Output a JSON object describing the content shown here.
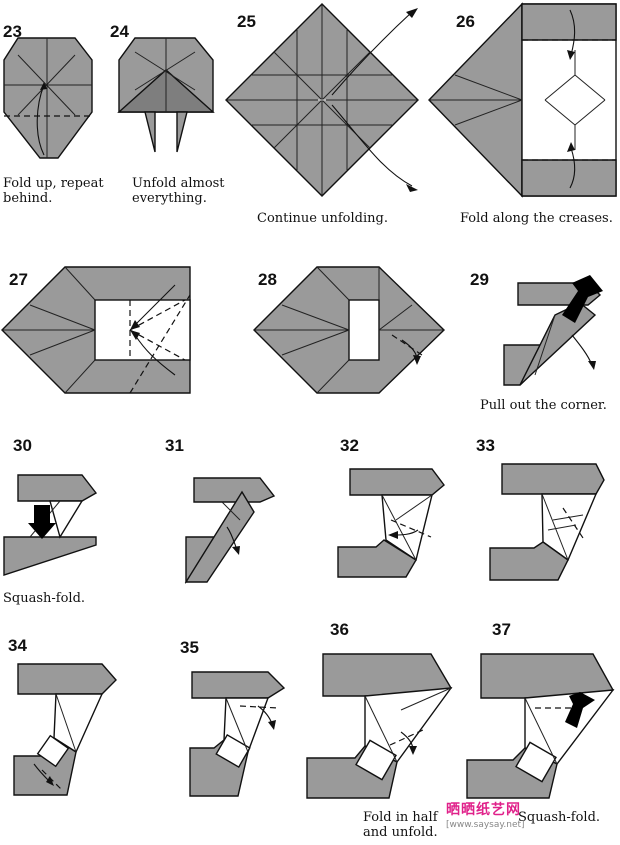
{
  "steps": [
    {
      "number": "23",
      "caption": "Fold up, repeat\nbehind."
    },
    {
      "number": "24",
      "caption": "Unfold almost\neverything."
    },
    {
      "number": "25",
      "caption": "Continue unfolding."
    },
    {
      "number": "26",
      "caption": "Fold along the creases."
    },
    {
      "number": "27",
      "caption": ""
    },
    {
      "number": "28",
      "caption": ""
    },
    {
      "number": "29",
      "caption": "Pull out the corner."
    },
    {
      "number": "30",
      "caption": "Squash-fold."
    },
    {
      "number": "31",
      "caption": ""
    },
    {
      "number": "32",
      "caption": ""
    },
    {
      "number": "33",
      "caption": ""
    },
    {
      "number": "34",
      "caption": ""
    },
    {
      "number": "35",
      "caption": ""
    },
    {
      "number": "36",
      "caption": "Fold in half\nand unfold."
    },
    {
      "number": "37",
      "caption": "Squash-fold."
    }
  ],
  "watermark": {
    "text": "晒晒纸艺网",
    "url": "[www.saysay.net]",
    "color": "#e0218a"
  }
}
